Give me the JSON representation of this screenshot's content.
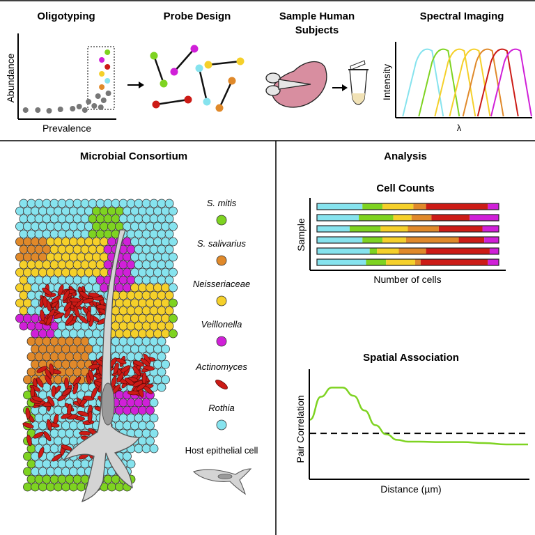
{
  "panels": {
    "oligotyping": "Oligotyping",
    "probe_design": "Probe Design",
    "sample_line1": "Sample Human",
    "sample_line2": "Subjects",
    "spectral": "Spectral Imaging",
    "consortium": "Microbial Consortium",
    "analysis": "Analysis"
  },
  "oligo_axes": {
    "x": "Prevalence",
    "y": "Abundance"
  },
  "spectral_axes": {
    "y": "Intensity",
    "x_symbol": "λ"
  },
  "colors": {
    "s_mitis": "#7ed321",
    "s_salivarius": "#e0892a",
    "neisseriaceae": "#f5d02a",
    "veillonella": "#d020d8",
    "actinomyces": "#cc1b16",
    "rothia": "#86e3ee",
    "host": "#d4d4d4",
    "grey_point": "#777777"
  },
  "legend": [
    {
      "label": "S. mitis",
      "key": "s_mitis",
      "shape": "circle",
      "italic": true
    },
    {
      "label": "S. salivarius",
      "key": "s_salivarius",
      "shape": "circle",
      "italic": true
    },
    {
      "label": "Neisseriaceae",
      "key": "neisseriaceae",
      "shape": "circle",
      "italic": true
    },
    {
      "label": "Veillonella",
      "key": "veillonella",
      "shape": "circle",
      "italic": true
    },
    {
      "label": "Actinomyces",
      "key": "actinomyces",
      "shape": "rod",
      "italic": true
    },
    {
      "label": "Rothia",
      "key": "rothia",
      "shape": "circle",
      "italic": true
    },
    {
      "label": "Host epithelial cell",
      "key": "host",
      "shape": "cell",
      "italic": false
    }
  ],
  "chart_data": [
    {
      "type": "bar",
      "title": "Cell Counts",
      "xlabel": "Number of cells",
      "ylabel": "Sample",
      "stacked": true,
      "orientation": "horizontal",
      "rows": [
        [
          0.25,
          0.11,
          0.17,
          0.07,
          0.34,
          0.06
        ],
        [
          0.23,
          0.19,
          0.1,
          0.11,
          0.21,
          0.16
        ],
        [
          0.18,
          0.17,
          0.15,
          0.17,
          0.24,
          0.09
        ],
        [
          0.25,
          0.11,
          0.13,
          0.29,
          0.14,
          0.08
        ],
        [
          0.29,
          0.04,
          0.12,
          0.15,
          0.35,
          0.05
        ],
        [
          0.27,
          0.11,
          0.16,
          0.03,
          0.37,
          0.06
        ]
      ],
      "color_keys": [
        "rothia",
        "s_mitis",
        "neisseriaceae",
        "s_salivarius",
        "actinomyces",
        "veillonella"
      ]
    },
    {
      "type": "line",
      "title": "Spatial Association",
      "xlabel": "Distance (µm)",
      "ylabel": "Pair Correlation",
      "reference_line": 1.0,
      "x": [
        0,
        0.05,
        0.1,
        0.15,
        0.2,
        0.25,
        0.3,
        0.35,
        0.4,
        0.45,
        0.5,
        0.6,
        0.7,
        0.8,
        0.9,
        1.0
      ],
      "y": [
        1.3,
        1.8,
        2.0,
        2.0,
        1.82,
        1.5,
        1.18,
        0.98,
        0.86,
        0.82,
        0.82,
        0.81,
        0.81,
        0.79,
        0.76,
        0.76
      ],
      "ylim": [
        0,
        2.4
      ]
    },
    {
      "type": "scatter",
      "title": "",
      "xlabel": "Prevalence",
      "ylabel": "Abundance",
      "grey_points": [
        [
          0.05,
          0.08
        ],
        [
          0.18,
          0.08
        ],
        [
          0.3,
          0.07
        ],
        [
          0.42,
          0.09
        ],
        [
          0.55,
          0.1
        ],
        [
          0.62,
          0.13
        ],
        [
          0.68,
          0.08
        ],
        [
          0.72,
          0.2
        ],
        [
          0.78,
          0.14
        ],
        [
          0.82,
          0.28
        ],
        [
          0.85,
          0.12
        ],
        [
          0.88,
          0.22
        ]
      ],
      "colored_points": [
        {
          "x": 0.92,
          "y": 0.91,
          "color": "s_mitis"
        },
        {
          "x": 0.86,
          "y": 0.8,
          "color": "veillonella"
        },
        {
          "x": 0.92,
          "y": 0.7,
          "color": "actinomyces"
        },
        {
          "x": 0.86,
          "y": 0.6,
          "color": "neisseriaceae"
        },
        {
          "x": 0.92,
          "y": 0.5,
          "color": "rothia"
        },
        {
          "x": 0.86,
          "y": 0.41,
          "color": "s_salivarius"
        },
        {
          "x": 0.93,
          "y": 0.32,
          "color": "grey_point"
        }
      ]
    },
    {
      "type": "line",
      "title": "",
      "ylabel": "Intensity",
      "peaks": [
        0.22,
        0.34,
        0.46,
        0.57,
        0.67,
        0.78,
        0.88
      ],
      "color_keys": [
        "rothia",
        "s_mitis",
        "neisseriaceae",
        "neisseriaceae",
        "s_salivarius",
        "actinomyces",
        "veillonella"
      ]
    }
  ],
  "cell_counts_labels": {
    "title": "Cell Counts",
    "x": "Number of cells",
    "y": "Sample"
  },
  "spatial_labels": {
    "title": "Spatial Association",
    "x": "Distance (µm)",
    "y": "Pair Correlation"
  }
}
